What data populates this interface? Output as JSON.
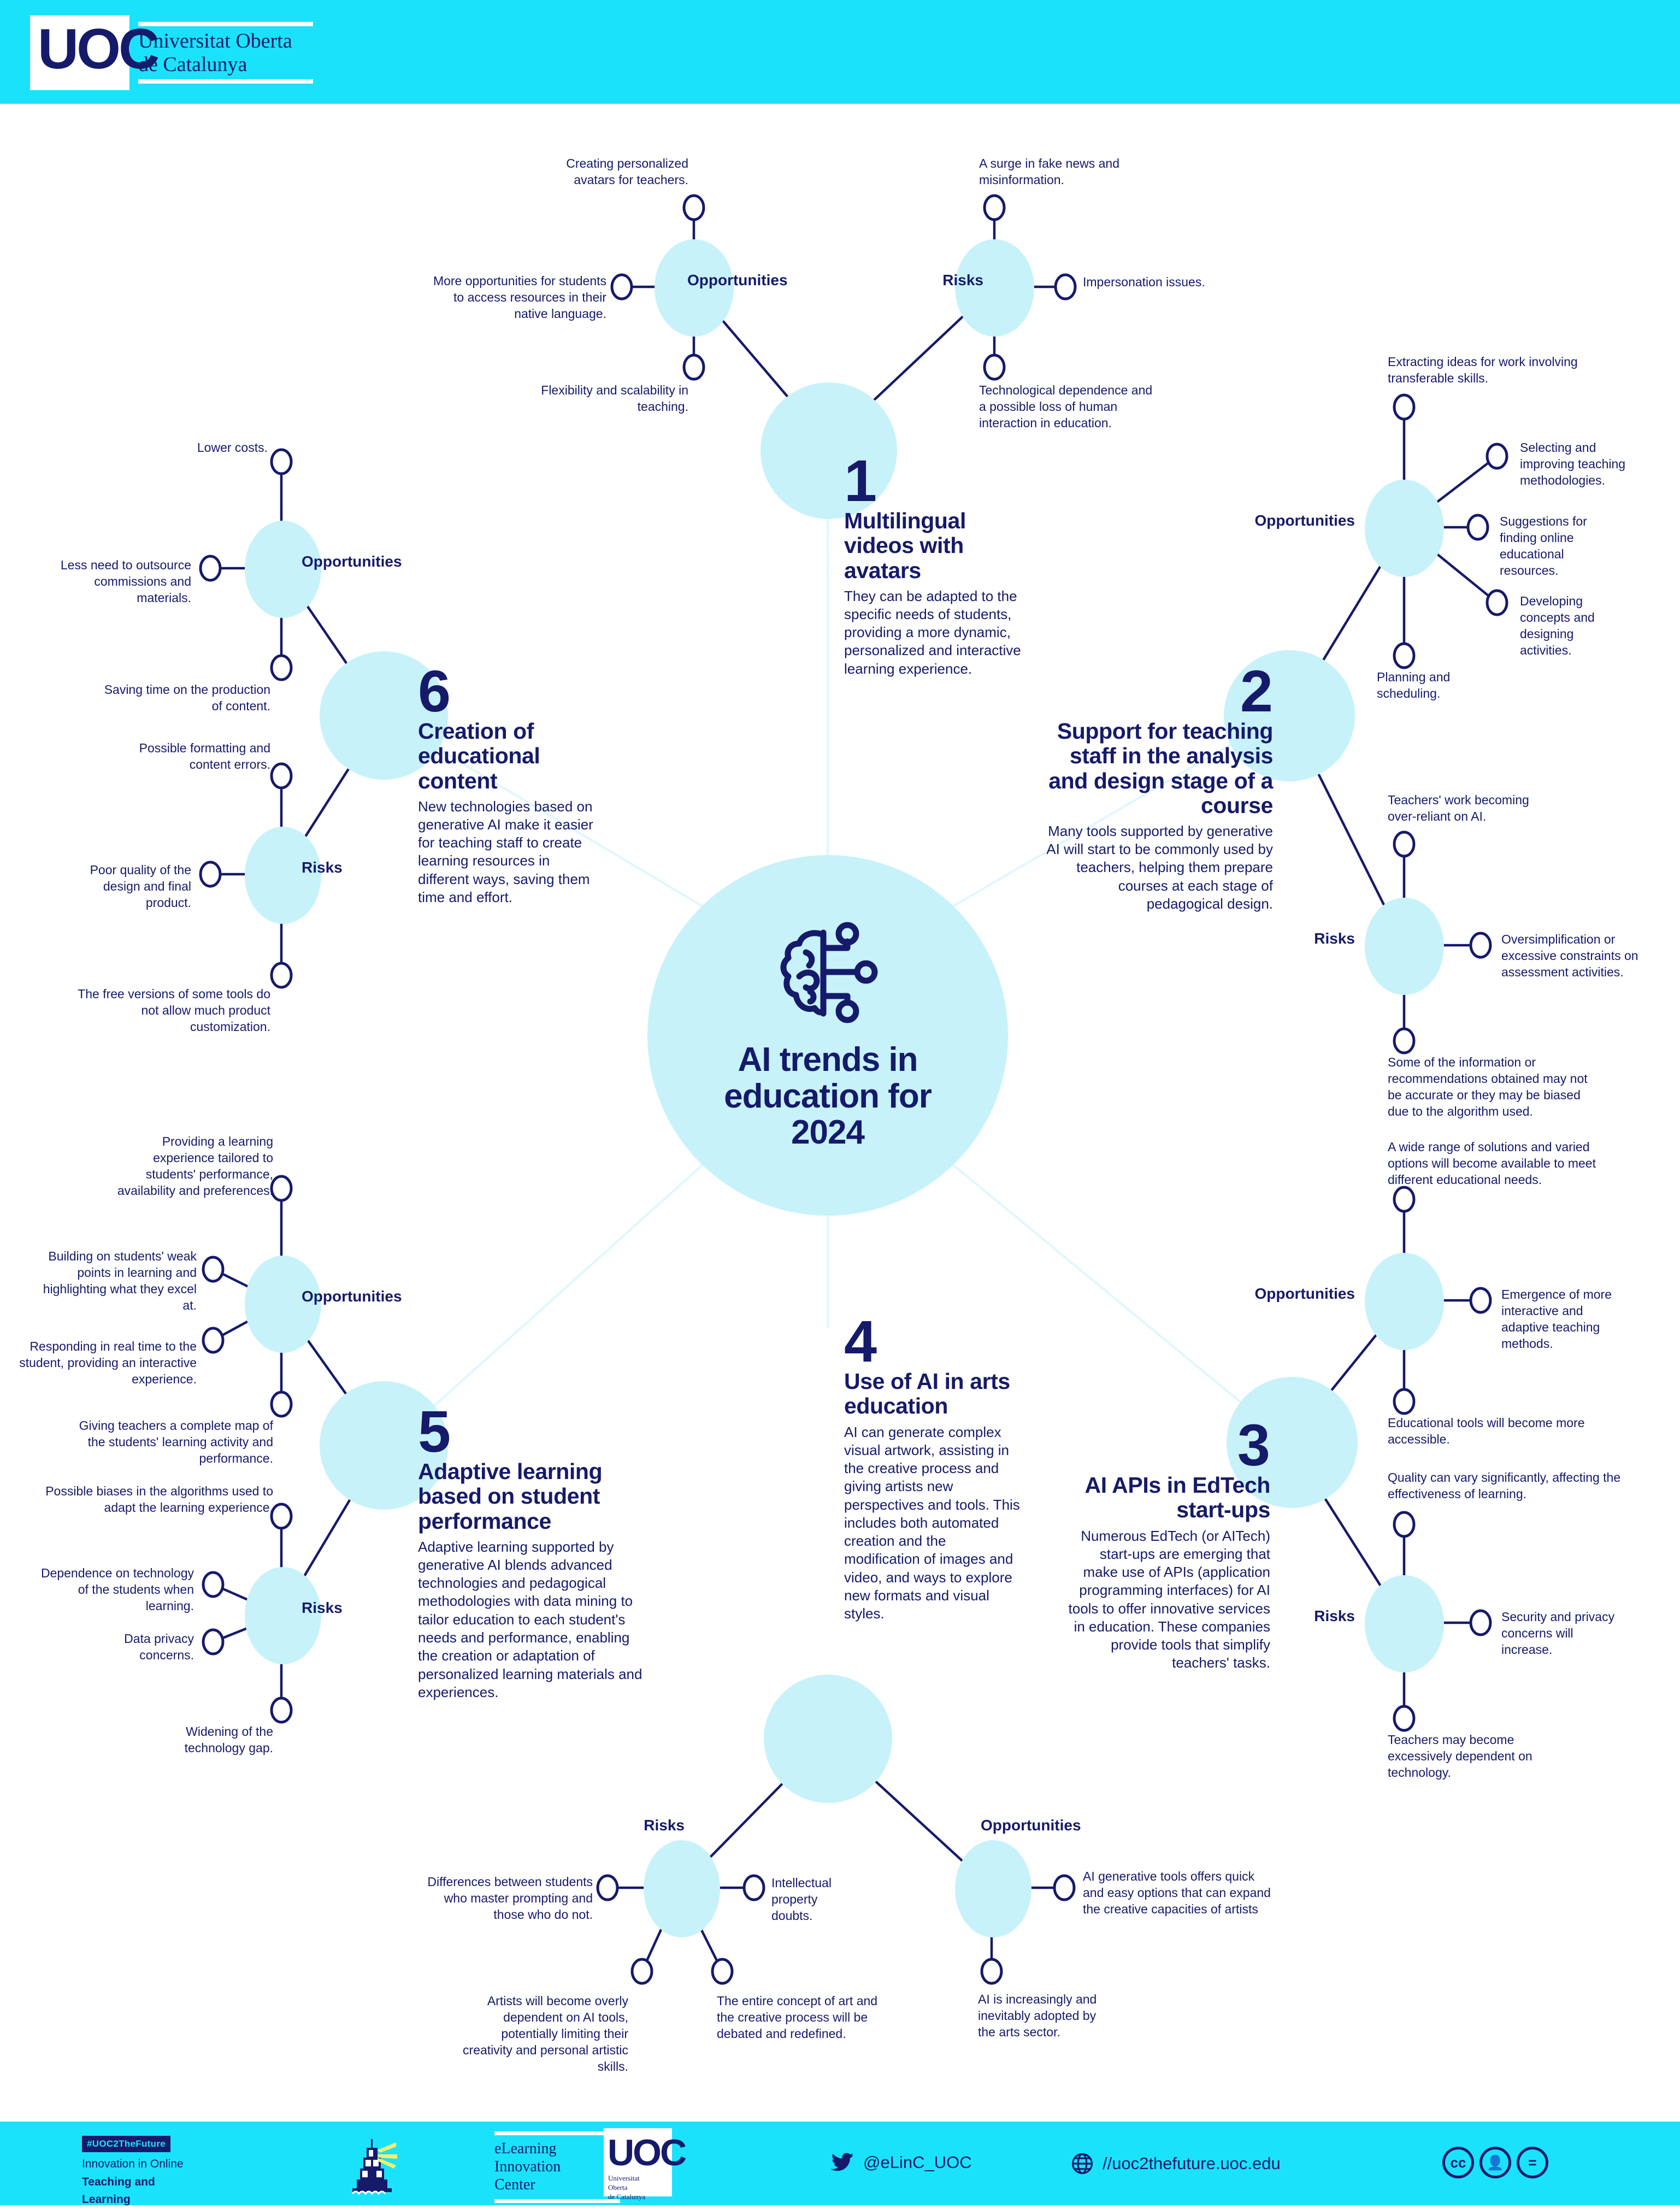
{
  "header": {
    "logo_mark": "UOC",
    "institution_line1": "Universitat Oberta",
    "institution_line2": "de Catalunya"
  },
  "hub": {
    "icon": "ai-brain-circuit-icon",
    "title": "AI trends in education for 2024",
    "title_lines": [
      "AI trends in",
      "education for",
      "2024"
    ],
    "bg_color": "#c7f2fa",
    "accent_color": "#151a6a"
  },
  "labels": {
    "opportunities": "Opportunities",
    "risks": "Risks"
  },
  "sections": [
    {
      "number": "1",
      "title": "Multilingual videos with avatars",
      "description": "They can be adapted to the specific needs of students, providing a more dynamic, personalized and interactive learning experience.",
      "opportunities": [
        "Creating personalized avatars for teachers.",
        "More opportunities for students to access resources in their native language.",
        "Flexibility and scalability in teaching."
      ],
      "risks": [
        "A surge in fake news and misinformation.",
        "Impersonation issues.",
        "Technological dependence and a possible loss of human interaction in education."
      ]
    },
    {
      "number": "2",
      "title": "Support for teaching staff in the analysis and design stage of a course",
      "description": "Many tools supported by generative AI will start to be commonly used by teachers, helping them prepare courses at each stage of pedagogical design.",
      "opportunities": [
        "Extracting ideas for work involving transferable skills.",
        "Selecting and improving teaching methodologies.",
        "Suggestions for finding online educational resources.",
        "Developing concepts and designing activities.",
        "Planning and scheduling."
      ],
      "risks": [
        "Teachers' work becoming over-reliant on AI.",
        "Oversimplification or excessive constraints on assessment activities.",
        "Some of the information or recommendations obtained may not be accurate or they may be biased due to the algorithm used."
      ]
    },
    {
      "number": "3",
      "title": "AI APIs in EdTech start-ups",
      "description": "Numerous EdTech (or AITech) start-ups are emerging that make use of APIs (application programming interfaces) for AI tools to offer innovative services in education. These companies provide tools that simplify teachers' tasks.",
      "opportunities": [
        "A wide range of solutions and varied options will become available to meet different educational needs.",
        "Emergence of more interactive and adaptive teaching methods.",
        "Educational tools will become more accessible."
      ],
      "risks": [
        "Quality can vary significantly, affecting the effectiveness of learning.",
        "Security and privacy concerns will increase.",
        "Teachers may become excessively dependent on technology."
      ]
    },
    {
      "number": "4",
      "title": "Use of AI in arts education",
      "description": "AI can generate complex visual artwork, assisting in the creative process and giving artists new perspectives and tools. This includes both automated creation and the modification of images and video, and ways to explore new formats and visual styles.",
      "opportunities": [
        "AI generative tools offers quick and easy options that can expand the creative capacities of artists",
        "AI is increasingly and inevitably adopted by the arts sector."
      ],
      "risks": [
        "Differences between students who master prompting and those who do not.",
        "Intellectual property doubts.",
        "Artists will become overly dependent on AI tools, potentially limiting their creativity and personal artistic skills.",
        "The entire concept of art and the creative process will be debated and redefined."
      ]
    },
    {
      "number": "5",
      "title": "Adaptive learning based on student performance",
      "description": "Adaptive learning supported by generative AI blends advanced technologies and pedagogical methodologies with data mining to tailor education to each student's needs and performance, enabling the creation or adaptation of personalized learning materials and experiences.",
      "opportunities": [
        "Providing a learning experience tailored to students' performance, availability and preferences.",
        "Building on students' weak points in learning and highlighting what they excel at.",
        "Responding in real time to the student, providing an interactive experience.",
        "Giving teachers a complete map of the students' learning activity and performance."
      ],
      "risks": [
        "Possible biases in the algorithms used to adapt the learning experience.",
        "Dependence on technology of the students when learning.",
        "Data privacy concerns.",
        "Widening of the technology gap."
      ]
    },
    {
      "number": "6",
      "title": "Creation of educational content",
      "description": "New technologies based on generative AI make it easier for teaching staff to create learning resources in different ways, saving them time and effort.",
      "opportunities": [
        "Lower costs.",
        "Less need to outsource commissions and materials.",
        "Saving time on the production of content."
      ],
      "risks": [
        "Possible formatting and content errors.",
        "Poor quality of the design and final product.",
        "The free versions of some tools do not allow much product customization."
      ]
    }
  ],
  "footer": {
    "hashtag": "#UOC2TheFuture",
    "tagline_line1": "Innovation in Online",
    "tagline_line2": "Teaching and",
    "tagline_line3": "Learning",
    "elinc_line1": "eLearning",
    "elinc_line2": "Innovation",
    "elinc_line3": "Center",
    "elinc_uoc_mark": "UOC",
    "elinc_uoc_sub1": "Universitat",
    "elinc_uoc_sub2": "Oberta",
    "elinc_uoc_sub3": "de Catalunya",
    "twitter_handle": "@eLinC_UOC",
    "website": "//uoc2thefuture.uoc.edu",
    "license_badges": [
      "cc",
      "by",
      "nd"
    ]
  }
}
